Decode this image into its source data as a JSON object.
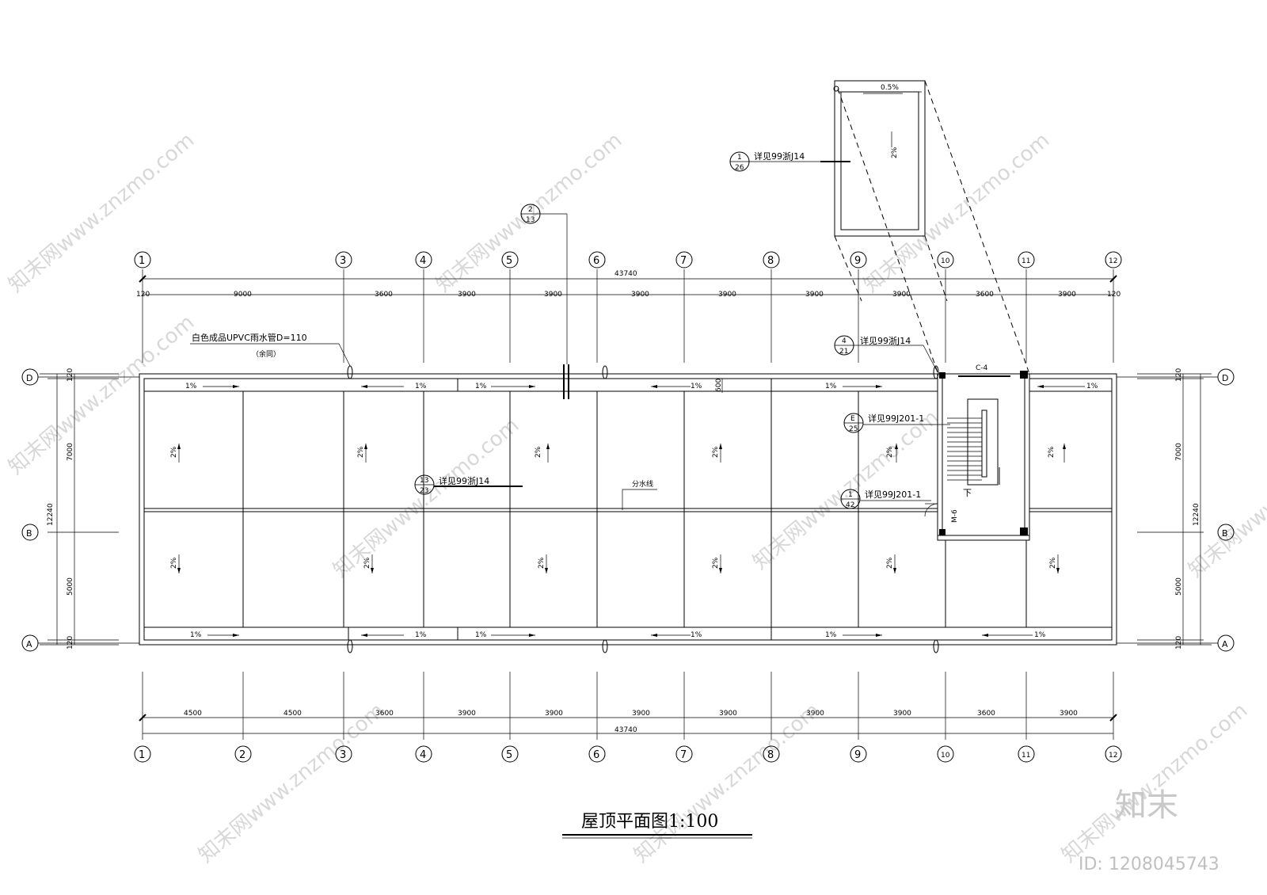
{
  "title": "屋顶平面图",
  "scale": "1:100",
  "top_axes": [
    "1",
    "3",
    "4",
    "5",
    "6",
    "7",
    "8",
    "9",
    "10",
    "11",
    "12"
  ],
  "bottom_axes": [
    "1",
    "2",
    "3",
    "4",
    "5",
    "6",
    "7",
    "8",
    "9",
    "10",
    "11",
    "12"
  ],
  "row_axes": [
    "D",
    "B",
    "A"
  ],
  "top_total": "43740",
  "bottom_total": "43740",
  "top_dims": [
    "120",
    "9000",
    "3600",
    "3900",
    "3900",
    "3900",
    "3900",
    "3900",
    "3900",
    "3600",
    "3900",
    "120"
  ],
  "bottom_dims": [
    "4500",
    "4500",
    "3600",
    "3900",
    "3900",
    "3900",
    "3900",
    "3900",
    "3900",
    "3600",
    "3900"
  ],
  "left_dims": {
    "total": "12240",
    "top": "120",
    "d_b": "7000",
    "b_a": "5000",
    "bottom": "120"
  },
  "right_dims": {
    "total": "12240",
    "top": "120",
    "d_b": "7000",
    "b_a": "5000",
    "bottom": "120"
  },
  "gutter_width": "600",
  "slope_gutter": "1%",
  "slope_roof": "2%",
  "slope_tank": "0.5%",
  "pipe_note": "白色成品UPVC雨水管D=110",
  "pipe_note_sub": "（余同）",
  "ridge_note": "分水线",
  "door_label": "M-6",
  "window_label": "C-4",
  "stair_label": "下",
  "callouts": [
    {
      "top": "1",
      "bottom": "26",
      "text": "详见99浙J14"
    },
    {
      "top": "2",
      "bottom": "13",
      "text": ""
    },
    {
      "top": "4",
      "bottom": "21",
      "text": "详见99浙J14"
    },
    {
      "top": "E",
      "bottom": "25",
      "text": "详见99J201-1"
    },
    {
      "top": "13",
      "bottom": "23",
      "text": "详见99浙J14"
    },
    {
      "top": "1",
      "bottom": "42",
      "text": "详见99J201-1"
    }
  ],
  "watermark": "知末网www.znzmo.com",
  "brand": "知末",
  "image_id": "ID: 1208045743"
}
